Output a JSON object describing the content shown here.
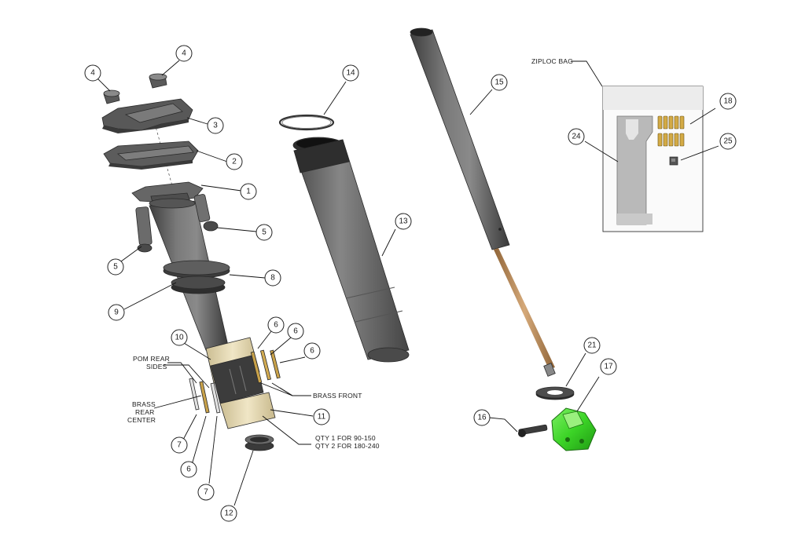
{
  "diagram": {
    "callouts": {
      "c1": "1",
      "c2": "2",
      "c3": "3",
      "c4a": "4",
      "c4b": "4",
      "c5a": "5",
      "c5b": "5",
      "c6a": "6",
      "c6b": "6",
      "c6c": "6",
      "c6d": "6",
      "c7a": "7",
      "c7b": "7",
      "c8": "8",
      "c9": "9",
      "c10": "10",
      "c11": "11",
      "c12": "12",
      "c13": "13",
      "c14": "14",
      "c15": "15",
      "c16": "16",
      "c17": "17",
      "c18": "18",
      "c21": "21",
      "c24": "24",
      "c25": "25"
    },
    "notes": {
      "pom_line1": "POM REAR",
      "pom_line2": "SIDES",
      "brass_rear_1": "BRASS",
      "brass_rear_2": "REAR",
      "brass_rear_3": "CENTER",
      "brass_front": "BRASS FRONT",
      "qty_line1": "QTY 1 FOR 90-150",
      "qty_line2": "QTY 2 FOR 180-240",
      "ziploc": "ZIPLOC BAG"
    },
    "colors": {
      "metal_dark": "#4a4a4a",
      "metal_mid": "#6e6e6e",
      "metal_light": "#9a9a9a",
      "bushing": "#e8dcb8",
      "brass": "#c9a24a",
      "shaft_copper": "#b88a5a",
      "valve_green": "#3dd62a"
    }
  }
}
